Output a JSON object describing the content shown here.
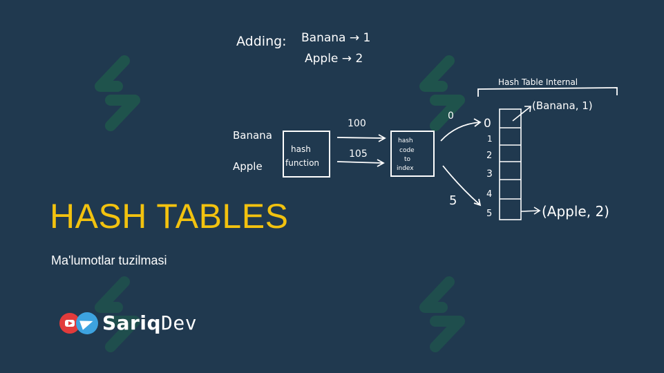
{
  "adding": {
    "label": "Adding:",
    "line1": "Banana → 1",
    "line2": "Apple → 2"
  },
  "inputs": [
    "Banana",
    "Apple"
  ],
  "hash_function_box": [
    "hash",
    "function"
  ],
  "hash_values": [
    "100",
    "105"
  ],
  "index_box": [
    "hash",
    "code",
    "to",
    "index"
  ],
  "index_arrows": [
    "0",
    "5"
  ],
  "table": {
    "header": "Hash Table Internal",
    "indices": [
      "0",
      "1",
      "2",
      "3",
      "4",
      "5"
    ],
    "entry_top": "(Banana, 1)",
    "entry_bottom": "(Apple, 2)"
  },
  "title": "HASH TABLES",
  "subtitle": "Ma'lumotlar tuzilmasi",
  "brand": {
    "part1": "Sariq",
    "part2": "Dev",
    "icons": [
      "youtube-icon",
      "telegram-icon"
    ]
  },
  "colors": {
    "background": "#20394f",
    "title": "#f2c20f",
    "ink": "#ffffff",
    "watermark": "#1f6f52"
  }
}
